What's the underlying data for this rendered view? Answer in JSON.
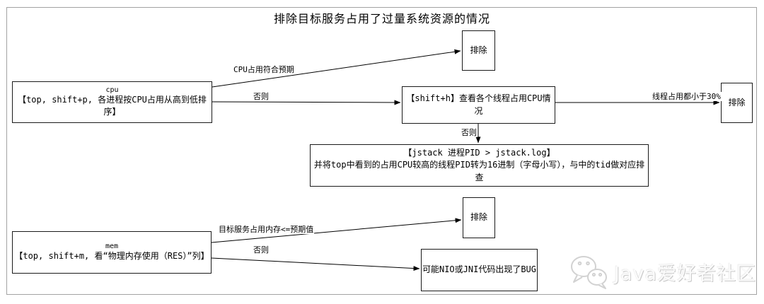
{
  "title": "排除目标服务占用了过量系统资源的情况",
  "nodes": {
    "cpu": {
      "tag": "cpu",
      "label": "【top, shift+p, 各进程按CPU占用从高到低排序】"
    },
    "exclude_cpu": {
      "label": "排除"
    },
    "shift_h": {
      "label": "【shift+h】查看各个线程占用CPU情况"
    },
    "exclude_thread": {
      "label": "排除"
    },
    "jstack": {
      "line1": "【jstack 进程PID > jstack.log】",
      "line2": "并将top中看到的占用CPU较高的线程PID转为16进制（字母小写），与中的tid做对应排查"
    },
    "mem": {
      "tag": "mem",
      "label": "【top, shift+m, 看“物理内存使用（RES）”列】"
    },
    "exclude_mem": {
      "label": "排除"
    },
    "bug": {
      "label": "可能NIO或JNI代码出现了BUG"
    }
  },
  "edges": {
    "cpu_ok": "CPU占用符合预期",
    "cpu_else": "否则",
    "threads_low": "线程占用都小于30%",
    "thread_else": "否则",
    "mem_ok": "目标服务占用内存<=预期值",
    "mem_else": "否则"
  },
  "watermark": {
    "text": "Java爱好者社区"
  },
  "colors": {
    "box_border": "#1a1a1a",
    "frame_border": "#a3a3a3",
    "line": "#000000",
    "watermark_shadow": "#c9c9c9"
  }
}
